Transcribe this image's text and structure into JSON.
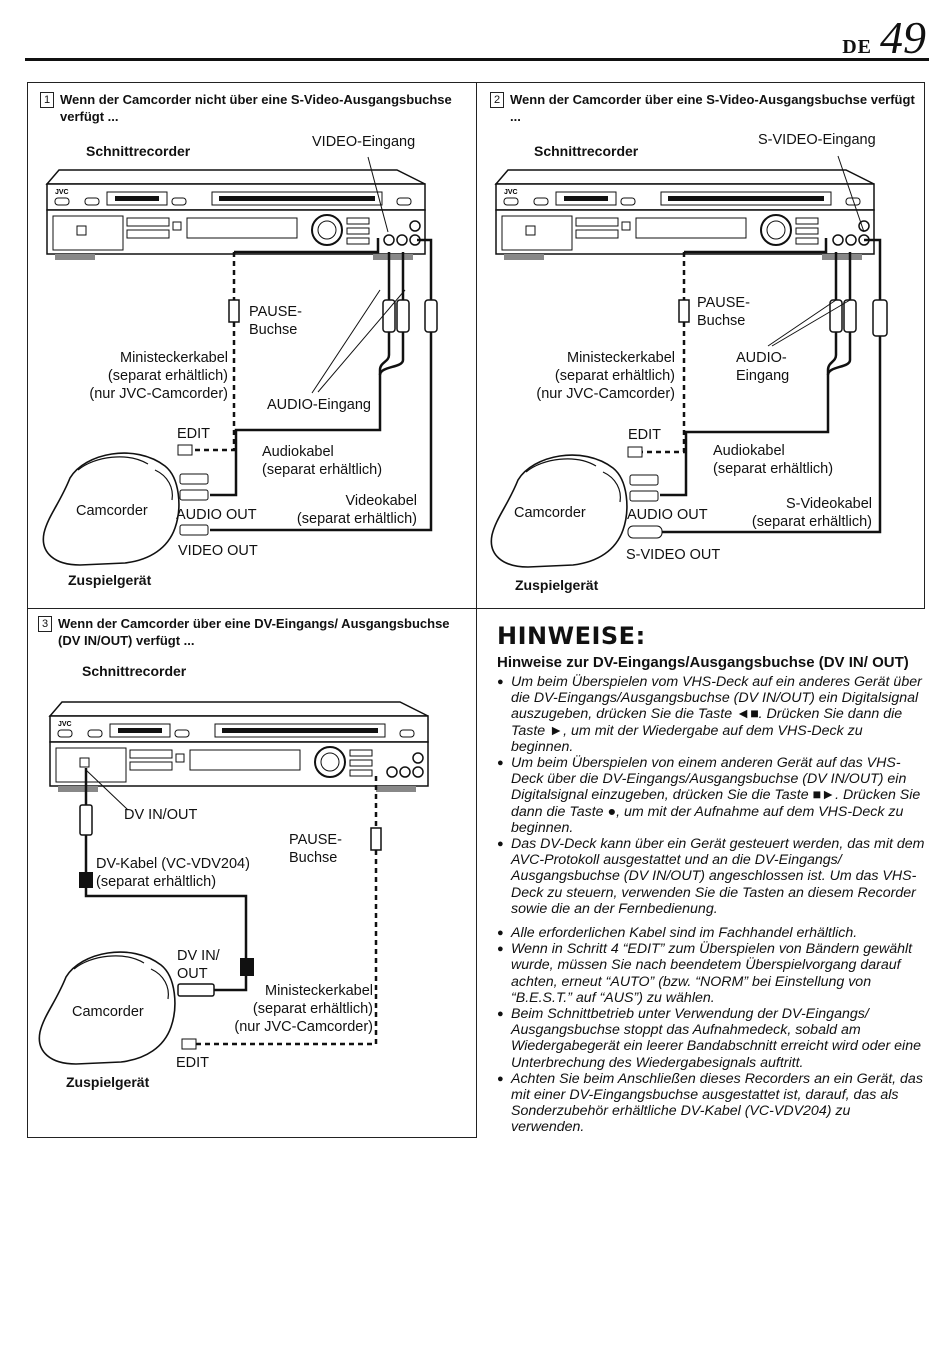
{
  "header": {
    "lang": "DE",
    "page": "49"
  },
  "panels": [
    {
      "num": "1",
      "title": "Wenn der Camcorder nicht über eine S-Video-Ausgangsbuchse verfügt ...",
      "recorder": "Schnittrecorder",
      "video_in": "VIDEO-Eingang",
      "pause_1": "PAUSE-",
      "pause_2": "Buchse",
      "mini_1": "Ministeckerkabel",
      "mini_2": "(separat erhältlich)",
      "mini_3": "(nur JVC-Camcorder)",
      "audio_in": "AUDIO-Eingang",
      "edit": "EDIT",
      "audiokabel_1": "Audiokabel",
      "audiokabel_2": "(separat erhältlich)",
      "camcorder": "Camcorder",
      "audio_out": "AUDIO OUT",
      "videokabel_1": "Videokabel",
      "videokabel_2": "(separat erhältlich)",
      "video_out": "VIDEO OUT",
      "source": "Zuspielgerät"
    },
    {
      "num": "2",
      "title": "Wenn der Camcorder über eine S-Video-Ausgangsbuchse verfügt ...",
      "recorder": "Schnittrecorder",
      "svideo_in": "S-VIDEO-Eingang",
      "pause_1": "PAUSE-",
      "pause_2": "Buchse",
      "mini_1": "Ministeckerkabel",
      "mini_2": "(separat erhältlich)",
      "mini_3": "(nur JVC-Camcorder)",
      "audio_in_1": "AUDIO-",
      "audio_in_2": "Eingang",
      "edit": "EDIT",
      "audiokabel_1": "Audiokabel",
      "audiokabel_2": "(separat erhältlich)",
      "camcorder": "Camcorder",
      "audio_out": "AUDIO OUT",
      "svideokabel_1": "S-Videokabel",
      "svideokabel_2": "(separat erhältlich)",
      "svideo_out": "S-VIDEO OUT",
      "source": "Zuspielgerät"
    },
    {
      "num": "3",
      "title": "Wenn der Camcorder über eine DV-Eingangs/ Ausgangsbuchse (DV IN/OUT) verfügt ...",
      "recorder": "Schnittrecorder",
      "dv_inout": "DV IN/OUT",
      "pause_1": "PAUSE-",
      "pause_2": "Buchse",
      "dvkabel_1": "DV-Kabel (VC-VDV204)",
      "dvkabel_2": "(separat erhältlich)",
      "dvin_1": "DV IN/",
      "dvin_2": "OUT",
      "camcorder": "Camcorder",
      "mini_1": "Ministeckerkabel",
      "mini_2": "(separat erhältlich)",
      "mini_3": "(nur JVC-Camcorder)",
      "edit": "EDIT",
      "source": "Zuspielgerät"
    }
  ],
  "notes": {
    "title": "HINWEISE:",
    "subtitle": "Hinweise zur DV-Eingangs/Ausgangsbuchse (DV IN/ OUT)",
    "items": [
      "Um beim Überspielen vom VHS-Deck auf ein anderes Gerät über die DV-Eingangs/Ausgangsbuchse (DV IN/OUT) ein Digitalsignal auszugeben, drücken Sie die Taste ◄■. Drücken Sie dann die Taste ►, um mit der Wiedergabe auf dem VHS-Deck zu beginnen.",
      "Um beim Überspielen von einem anderen Gerät auf das VHS-Deck über die DV-Eingangs/Ausgangsbuchse (DV IN/OUT) ein Digitalsignal einzugeben, drücken Sie die Taste ■►. Drücken Sie dann die Taste ●, um mit der Aufnahme auf dem VHS-Deck zu beginnen.",
      "Das DV-Deck kann über ein Gerät gesteuert werden, das mit dem AVC-Protokoll ausgestattet und an die DV-Eingangs/ Ausgangsbuchse (DV IN/OUT) angeschlossen ist. Um das VHS-Deck zu steuern, verwenden Sie die Tasten an diesem Recorder sowie die an der Fernbedienung.",
      "Alle erforderlichen Kabel sind im Fachhandel erhältlich.",
      "Wenn in Schritt 4 “EDIT” zum Überspielen von Bändern gewählt wurde, müssen Sie nach beendetem Überspielvorgang darauf achten, erneut “AUTO” (bzw. “NORM” bei Einstellung von “B.E.S.T.” auf “AUS”) zu wählen.",
      "Beim Schnittbetrieb unter Verwendung der DV-Eingangs/ Ausgangsbuchse stoppt das Aufnahmedeck, sobald am Wiedergabegerät ein leerer Bandabschnitt erreicht wird oder eine Unterbrechung des Wiedergabesignals auftritt.",
      "Achten Sie beim Anschließen dieses Recorders an ein Gerät, das mit einer DV-Eingangsbuchse ausgestattet ist, darauf, das als Sonderzubehör erhältliche DV-Kabel (VC-VDV204) zu verwenden."
    ]
  }
}
